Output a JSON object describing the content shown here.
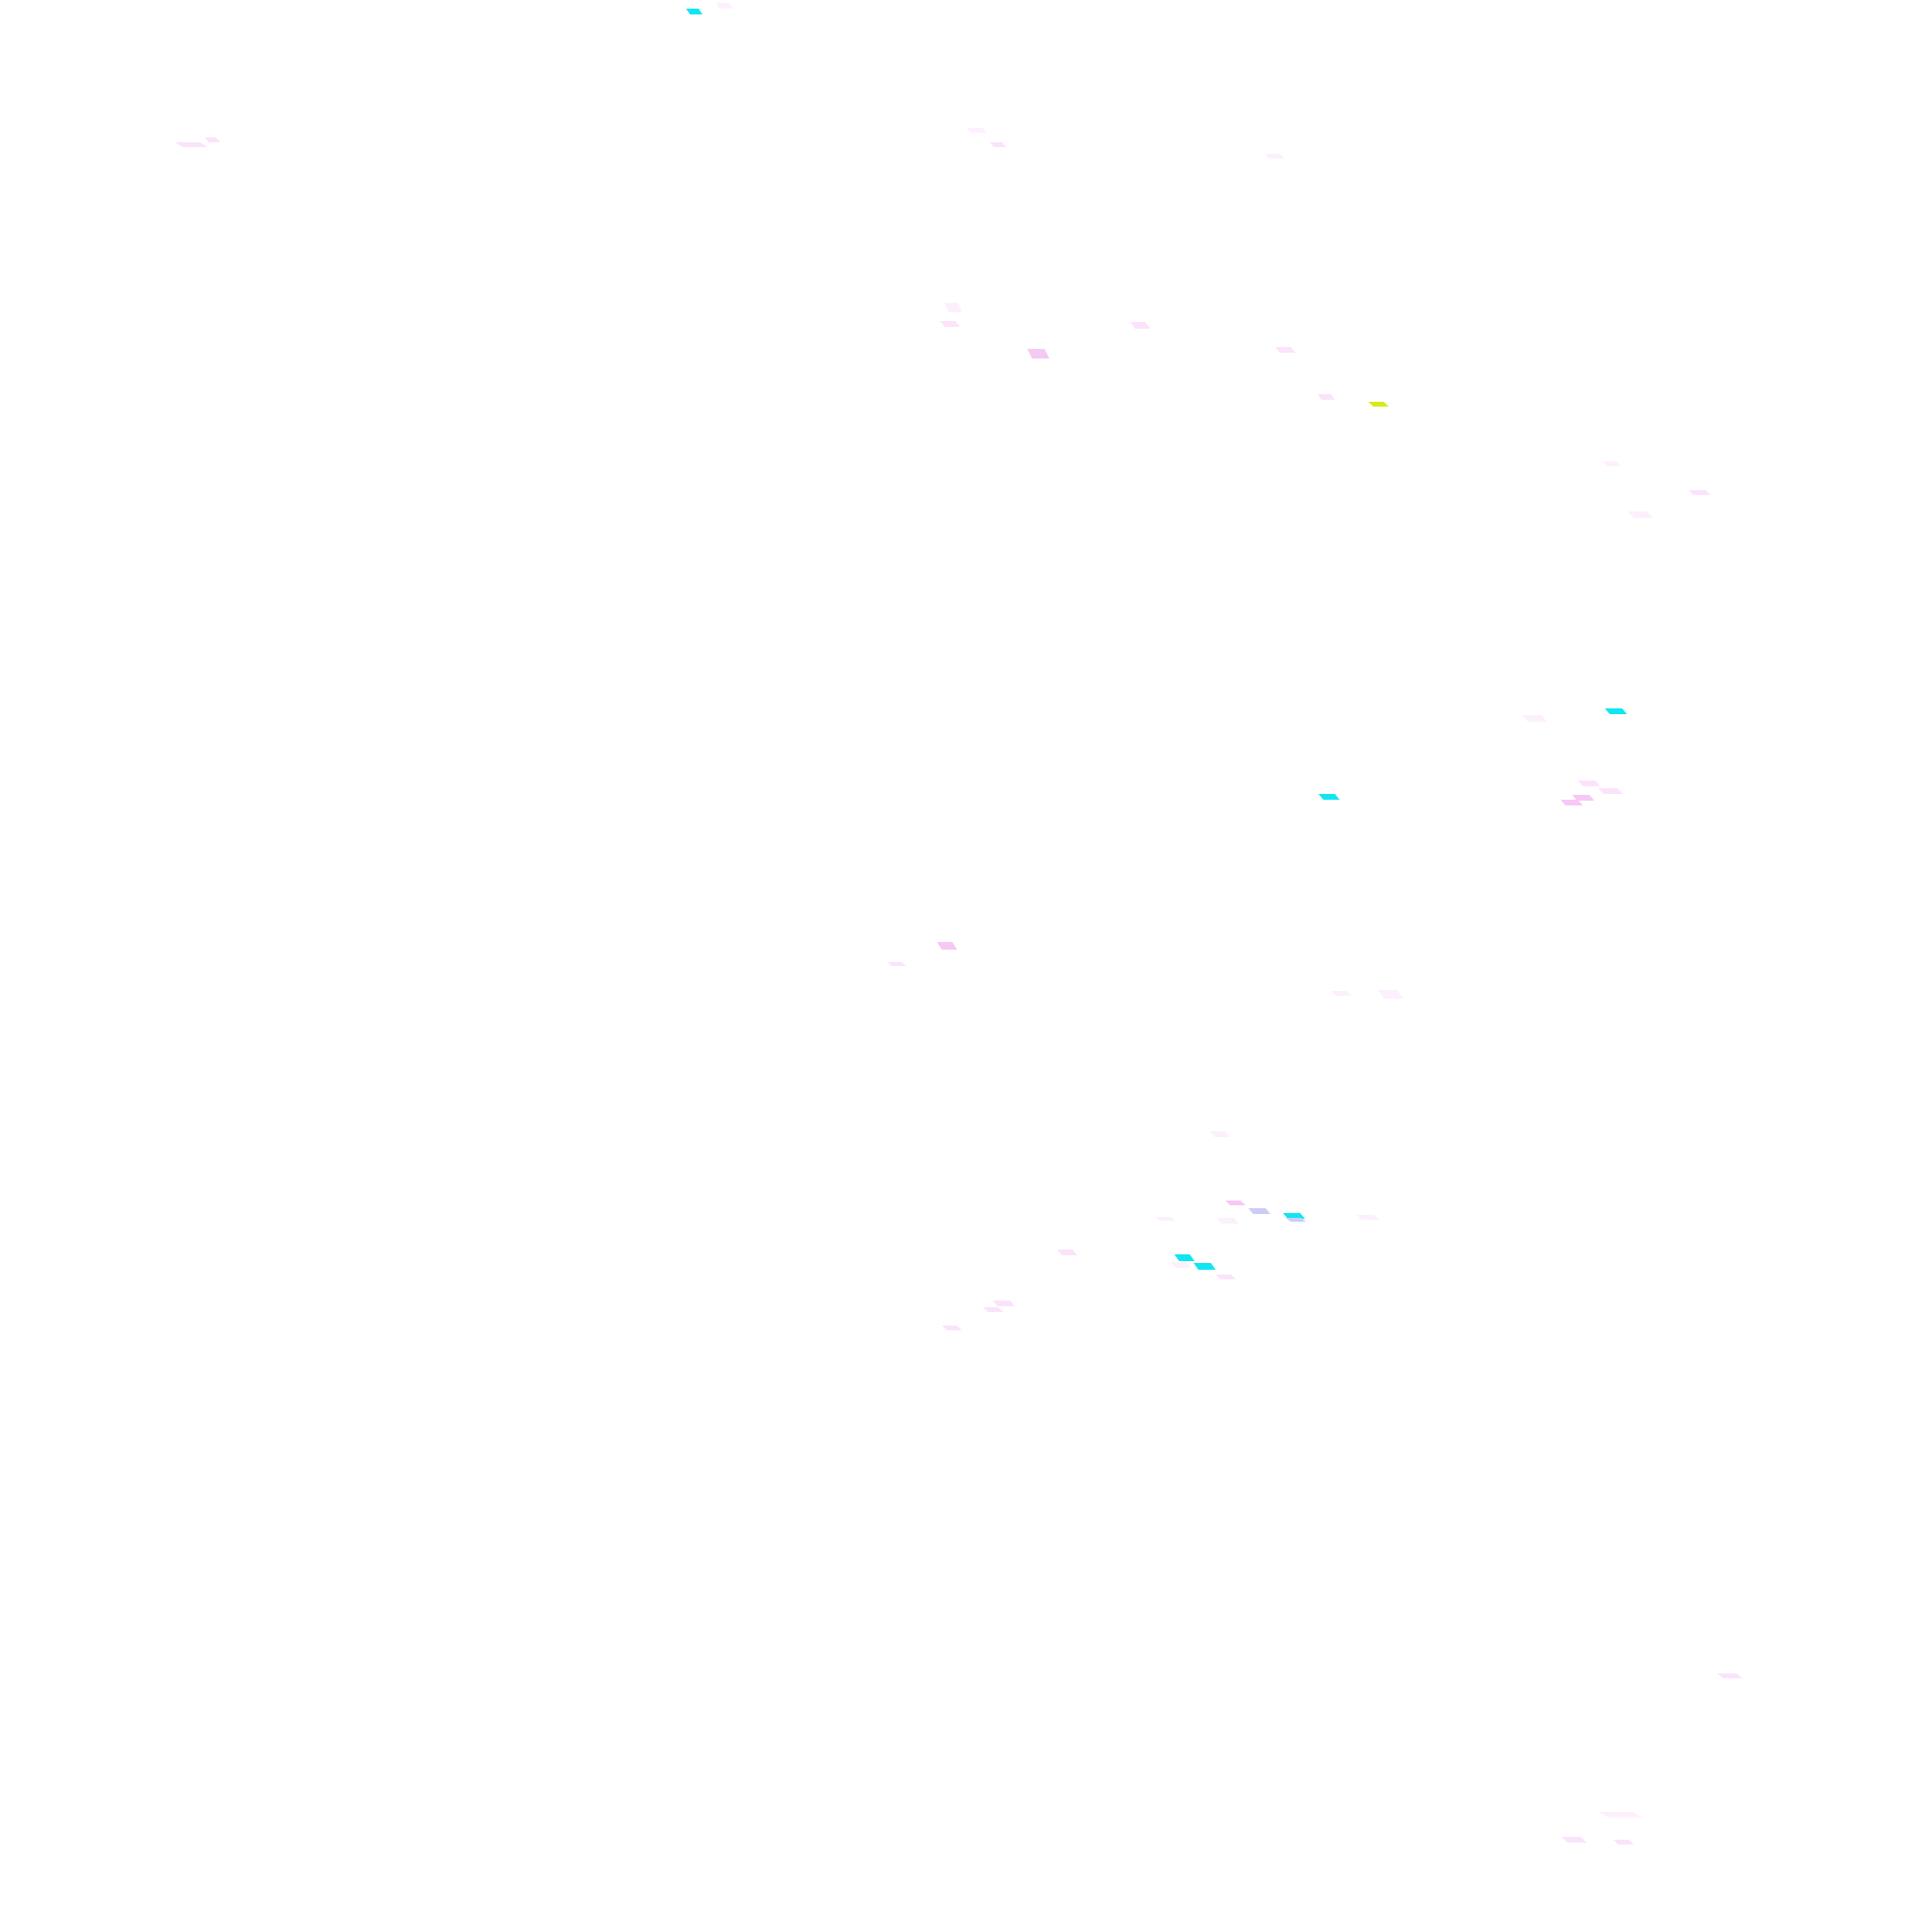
{
  "palette": {
    "background": "#ffffff",
    "pale_pink": "#fbe3fb",
    "faint_pink": "#fdf0fd",
    "pink": "#f6c9f4",
    "cyan": "#10e6f2",
    "lime": "#d6ea1a",
    "lavender": "#c9cdf7"
  },
  "speckles": {
    "shape": "small skewed parallelogram flakes scattered on white",
    "color_sequence": [
      "faint_pink",
      "cyan",
      "pale_pink",
      "pale_pink",
      "faint_pink",
      "pale_pink",
      "faint_pink",
      "faint_pink",
      "pale_pink",
      "pale_pink",
      "pink",
      "pale_pink",
      "pale_pink",
      "lime",
      "faint_pink",
      "pale_pink",
      "faint_pink",
      "faint_pink",
      "cyan",
      "cyan",
      "pale_pink",
      "pale_pink",
      "pink",
      "pink",
      "pink",
      "pale_pink",
      "faint_pink",
      "faint_pink",
      "pink",
      "lavender",
      "faint_pink",
      "cyan",
      "lavender",
      "faint_pink",
      "faint_pink",
      "pale_pink",
      "faint_pink",
      "pale_pink",
      "cyan",
      "cyan",
      "pale_pink",
      "pale_pink",
      "pale_pink",
      "pale_pink",
      "faint_pink",
      "pale_pink",
      "pale_pink",
      "faint_pink"
    ]
  }
}
